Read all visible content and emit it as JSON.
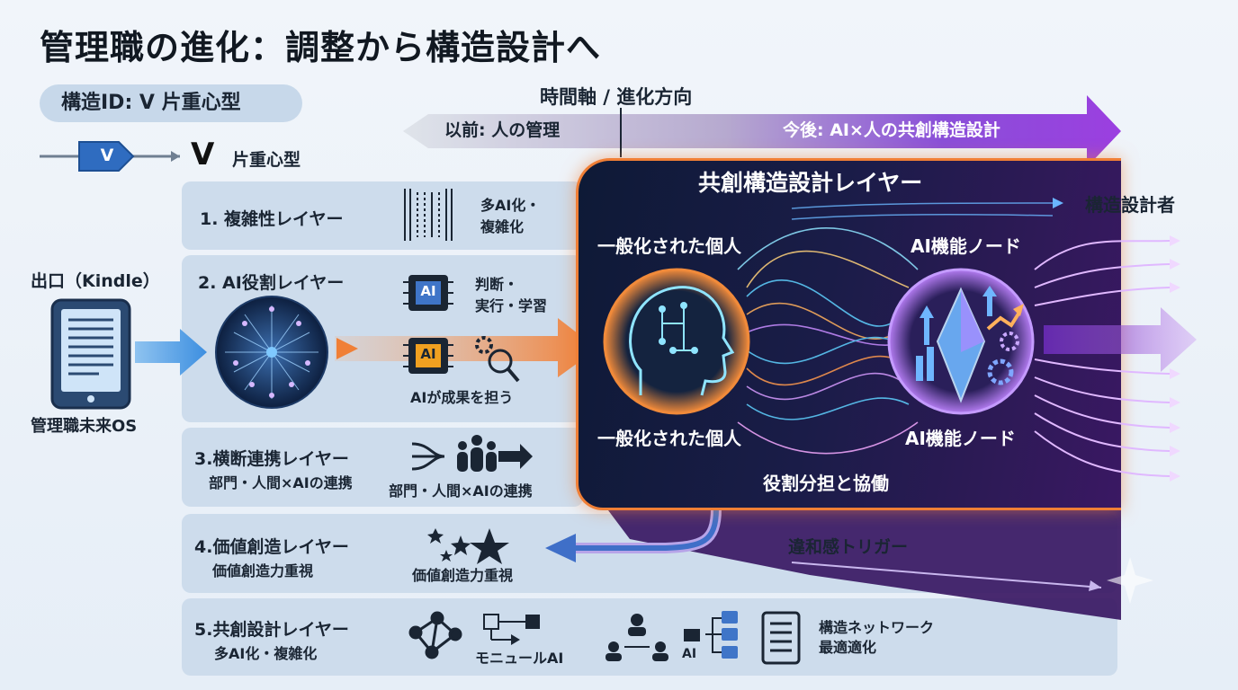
{
  "title": "管理職の進化：調整から構造設計へ",
  "structure_id": "構造ID: V  片重心型",
  "legend": {
    "badge": "V",
    "big_letter": "V",
    "label": "片重心型"
  },
  "timeline": {
    "label": "時間軸 / 進化方向",
    "before": "以前: 人の管理",
    "after": "今後: AI×人の共創構造設計"
  },
  "exit": {
    "label": "出口（Kindle）",
    "caption": "管理職未来OS"
  },
  "layers": [
    {
      "label": "1. 複雑性レイヤー",
      "caption": [
        "多AI化・",
        "複雑化"
      ]
    },
    {
      "label": "2. AI役割レイヤー",
      "caption": [
        "判断・",
        "実行・学習"
      ],
      "caption2": "AIが成果を担う",
      "chip": "AI"
    },
    {
      "label": "3.横断連携レイヤー",
      "sub": "部門・人間×AIの連携",
      "caption": "部門・人間×AIの連携"
    },
    {
      "label": "4.価値創造レイヤー",
      "sub": "価値創造力重視",
      "caption": "価値創造力重視"
    },
    {
      "label": "5.共創設計レイヤー",
      "sub": "多AI化・複雑化",
      "caption": "モニュールAI",
      "ai_tag": "AI",
      "caption_b": [
        "構造ネットワーク",
        "最適適化"
      ]
    }
  ],
  "panel": {
    "title": "共創構造設計レイヤー",
    "person_top": "一般化された個人",
    "person_bottom": "一般化された個人",
    "node_top": "AI機能ノード",
    "node_bottom": "AI機能ノード",
    "role": "役割分担と協働"
  },
  "designer": "構造設計者",
  "trigger": "違和感トリガー",
  "colors": {
    "accent_orange": "#f07f36",
    "accent_purple": "#9b3fe0",
    "panel_dark": "#0e1a36",
    "layer_bg": "#cddcec"
  }
}
